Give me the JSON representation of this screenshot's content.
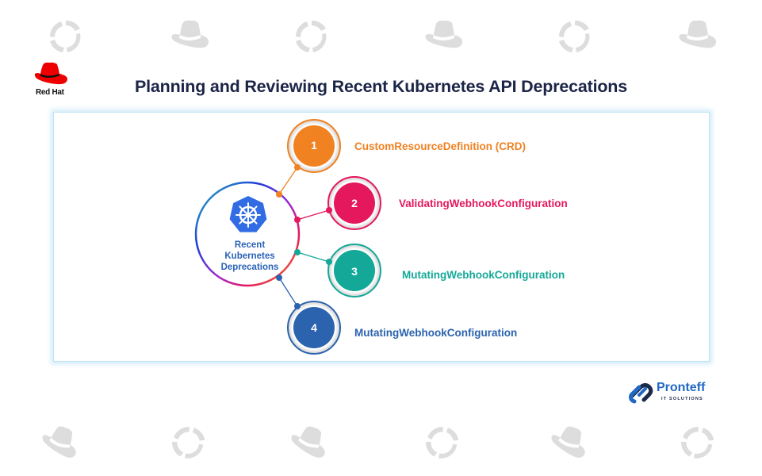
{
  "brand": {
    "redhat_label": "Red Hat",
    "company_name": "Pronteff",
    "company_tagline": "IT SOLUTIONS"
  },
  "title": "Planning and Reviewing Recent Kubernetes API Deprecations",
  "center": {
    "icon": "kubernetes-helm-icon",
    "lines": [
      "Recent",
      "Kubernetes",
      "Deprecations"
    ]
  },
  "items": [
    {
      "number": "1",
      "label": "CustomResourceDefinition (CRD)",
      "color": "#f08222"
    },
    {
      "number": "2",
      "label": "ValidatingWebhookConfiguration",
      "color": "#e5185d"
    },
    {
      "number": "3",
      "label": "MutatingWebhookConfiguration",
      "color": "#14a898"
    },
    {
      "number": "4",
      "label": "MutatingWebhookConfiguration",
      "color": "#2b63ae"
    }
  ],
  "colors": {
    "title": "#1c2547",
    "redhat_red": "#ee0000",
    "watermark": "#dddddd",
    "frame_glow": "#d2ecf8",
    "kubernetes_blue": "#326ce5"
  },
  "watermarks": {
    "top_row": [
      "openshift-icon",
      "redhat-hat-icon",
      "openshift-icon",
      "redhat-hat-icon",
      "openshift-icon",
      "redhat-hat-icon"
    ],
    "bottom_row": [
      "redhat-hat-icon",
      "openshift-icon",
      "redhat-hat-icon",
      "openshift-icon",
      "redhat-hat-icon",
      "openshift-icon"
    ]
  }
}
